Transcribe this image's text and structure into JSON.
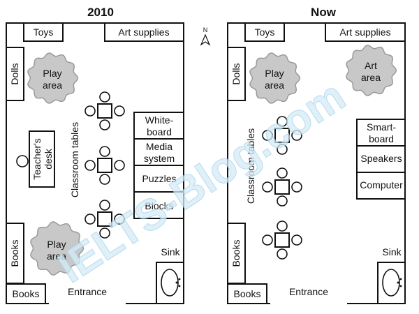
{
  "left_plan": {
    "title": "2010",
    "toys": "Toys",
    "art_supplies": "Art supplies",
    "dolls": "Dolls",
    "play_area_top": [
      "Play",
      "area"
    ],
    "teachers_desk": [
      "Teacher's",
      "desk"
    ],
    "classroom_tables": "Classroom tables",
    "whiteboard": [
      "White-",
      "board"
    ],
    "media_system": [
      "Media",
      "system"
    ],
    "puzzles": "Puzzles",
    "blocks": "Blocks",
    "books_side": "Books",
    "play_area_bottom": [
      "Play",
      "area"
    ],
    "books_bottom": "Books",
    "entrance": "Entrance",
    "sink": "Sink"
  },
  "right_plan": {
    "title": "Now",
    "toys": "Toys",
    "art_supplies": "Art supplies",
    "dolls": "Dolls",
    "play_area": [
      "Play",
      "area"
    ],
    "art_area": [
      "Art",
      "area"
    ],
    "classroom_tables": "Classroom tables",
    "smartboard": [
      "Smart-",
      "board"
    ],
    "speakers": "Speakers",
    "computer": "Computer",
    "books_side": "Books",
    "books_bottom": "Books",
    "entrance": "Entrance",
    "sink": "Sink"
  },
  "compass": {
    "label": "N"
  },
  "watermark": "IELTS-Blog.com"
}
